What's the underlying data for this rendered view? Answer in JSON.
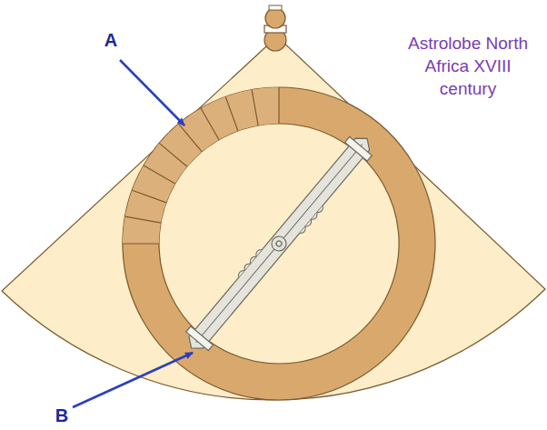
{
  "diagram": {
    "labels": [
      "A",
      "B",
      "Astrolobe North Africa XVIII century"
    ]
  }
}
